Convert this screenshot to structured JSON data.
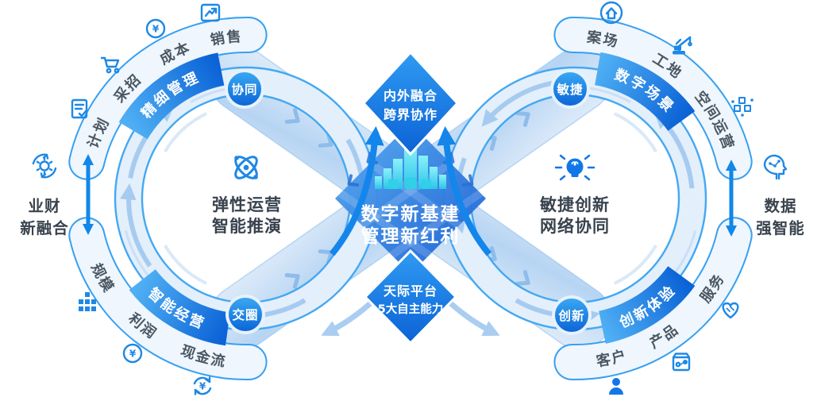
{
  "center": {
    "top_diamond": {
      "line1": "内外融合",
      "line2": "跨界协作"
    },
    "core": {
      "line1": "数字新基建",
      "line2": "管理新红利"
    },
    "bottom_diamond": {
      "line1": "天际平台",
      "line2": "5大自主能力"
    }
  },
  "left_loop": {
    "title": {
      "line1": "弹性运营",
      "line2": "智能推演"
    },
    "badge_top": "协同",
    "badge_bottom": "交圈",
    "top_band": {
      "items": [
        "计划",
        "采招",
        "成本",
        "销售"
      ],
      "highlight": "精细管理"
    },
    "bottom_band": {
      "items": [
        "规模",
        "利润",
        "现金流"
      ],
      "highlight": "智能经营"
    }
  },
  "right_loop": {
    "title": {
      "line1": "敏捷创新",
      "line2": "网络协同"
    },
    "badge_top": "敏捷",
    "badge_bottom": "创新",
    "top_band": {
      "items": [
        "案场",
        "工地",
        "空间运营"
      ],
      "highlight": "数字场景"
    },
    "bottom_band": {
      "items": [
        "客户",
        "产品",
        "服务"
      ],
      "highlight": "创新体验"
    }
  },
  "side_labels": {
    "left": {
      "line1": "业财",
      "line2": "新融合"
    },
    "right": {
      "line1": "数据",
      "line2": "强智能"
    }
  },
  "symbols": {
    "yen": "¥"
  },
  "palette": {
    "primary_blue": "#1E88E5",
    "deep_blue": "#0B63D6",
    "sky_blue": "#4FAFF4",
    "band_fill": "#EFF6FD",
    "band_border": "#37A0F1",
    "ring_fill": "#E3EFFB",
    "ring_border": "#44A8F2",
    "arrow_light": "#A6CBF0",
    "city_cyan": "#3ED9F0",
    "text_dark": "#39434E"
  },
  "icons": [
    "line-chart",
    "yen-cycle",
    "cart",
    "document-check",
    "gear-cycle",
    "hierarchy",
    "yen-circle",
    "yen-refresh",
    "home",
    "crane",
    "cubes",
    "head-data",
    "handshake-heart",
    "product-box",
    "person",
    "atom",
    "bulb",
    "city-skyline"
  ]
}
